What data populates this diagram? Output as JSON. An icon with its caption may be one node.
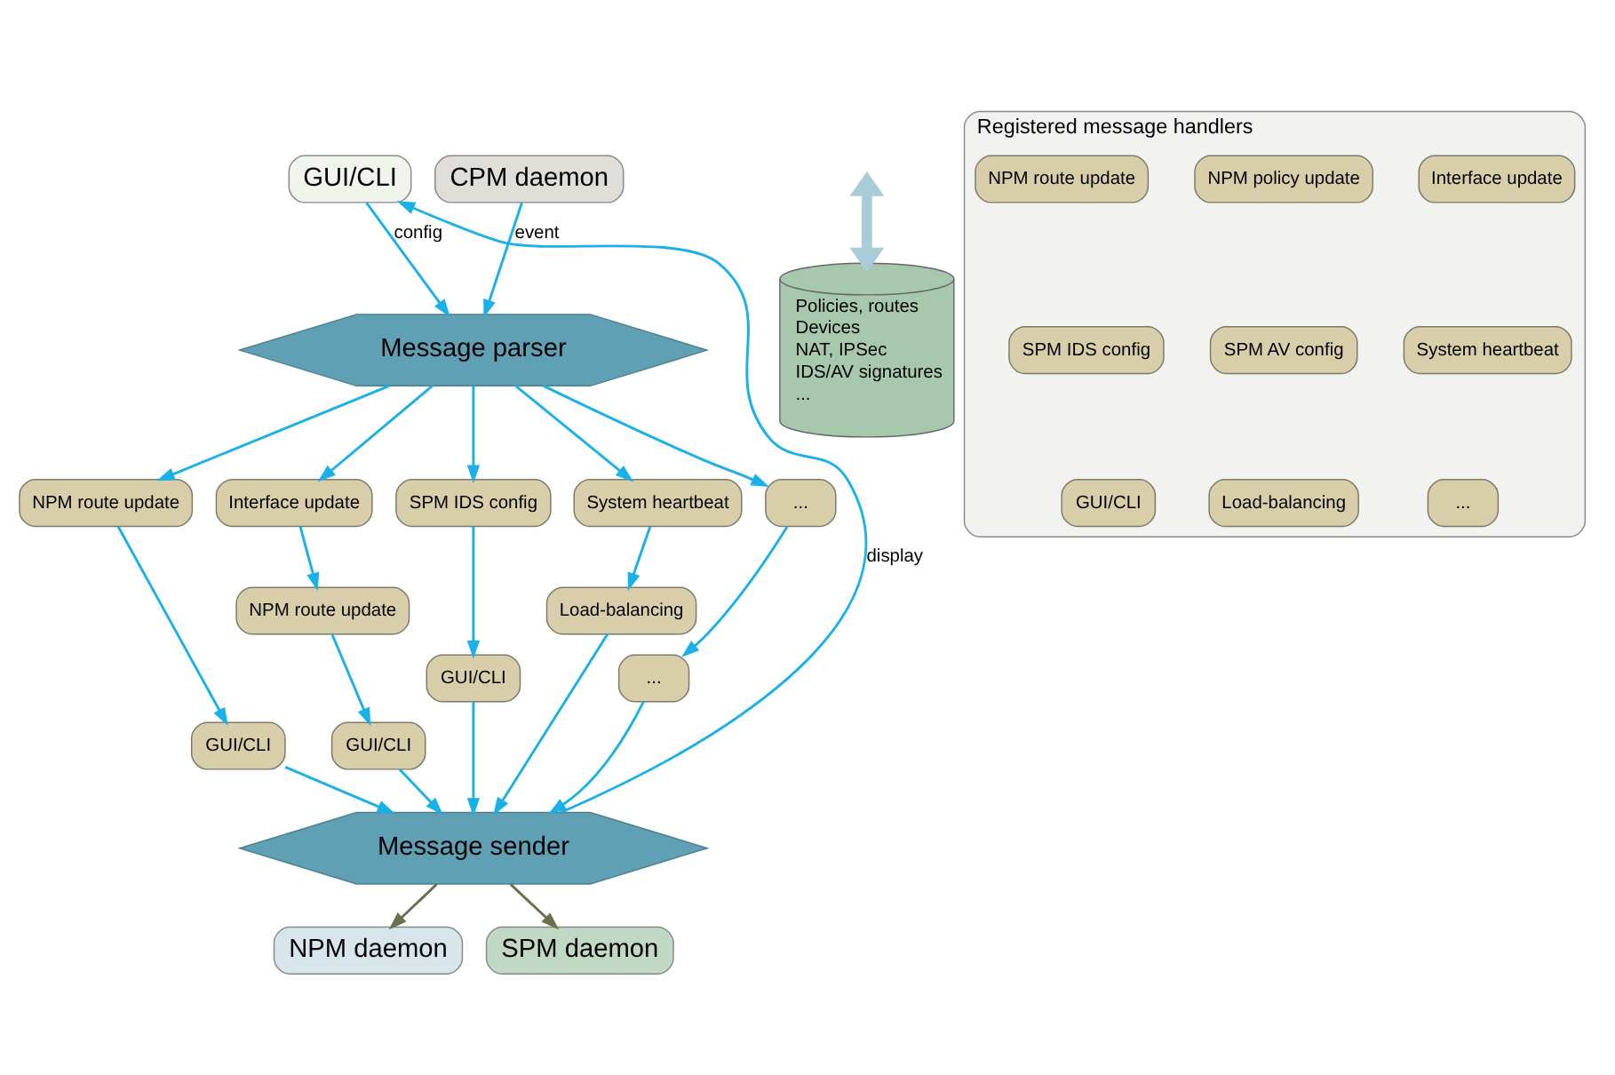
{
  "diagram": {
    "nodes": [
      {
        "text": [
          "GUI/CLI"
        ]
      },
      {
        "text": [
          "CPM daemon"
        ]
      },
      {
        "text": [
          "Message parser"
        ]
      },
      {
        "text": [
          "NPM route update"
        ]
      },
      {
        "text": [
          "Interface update"
        ]
      },
      {
        "text": [
          "SPM IDS config"
        ]
      },
      {
        "text": [
          "System heartbeat"
        ]
      },
      {
        "text": [
          "..."
        ]
      },
      {
        "text": [
          "NPM route update"
        ]
      },
      {
        "text": [
          "GUI/CLI"
        ]
      },
      {
        "text": [
          "..."
        ]
      },
      {
        "text": [
          "GUI/CLI"
        ]
      },
      {
        "text": [
          "Load-balancing"
        ]
      },
      {
        "text": [
          "GUI/CLI"
        ]
      },
      {
        "text": [
          "Policies, routes",
          "Devices",
          "NAT, IPSec",
          "IDS/AV signatures",
          "..."
        ]
      },
      {
        "text": [
          "Registered message handlers"
        ]
      },
      {
        "text": [
          "NPM route update"
        ],
        "in": 15
      },
      {
        "text": [
          "NPM policy update"
        ],
        "in": 15
      },
      {
        "text": [
          "Interface update"
        ],
        "in": 15
      },
      {
        "text": [
          "SPM IDS config"
        ],
        "in": 15
      },
      {
        "text": [
          "SPM AV config"
        ],
        "in": 15
      },
      {
        "text": [
          "System heartbeat"
        ],
        "in": 15
      },
      {
        "text": [
          "GUI/CLI"
        ],
        "in": 15
      },
      {
        "text": [
          "Load-balancing"
        ],
        "in": 15
      },
      {
        "text": [
          "..."
        ],
        "in": 15
      },
      {
        "text": [
          "Message sender"
        ]
      },
      {
        "text": [
          "NPM daemon"
        ]
      },
      {
        "text": [
          "SPM daemon"
        ]
      }
    ],
    "edges": [
      {
        "from": 0,
        "to": 2,
        "arrow": "to",
        "label": "config"
      },
      {
        "from": 1,
        "to": 2,
        "arrow": "to",
        "label": "event"
      },
      {
        "from": 2,
        "to": 3,
        "arrow": "to"
      },
      {
        "from": 2,
        "to": 4,
        "arrow": "to"
      },
      {
        "from": 2,
        "to": 5,
        "arrow": "to"
      },
      {
        "from": 2,
        "to": 6,
        "arrow": "to"
      },
      {
        "from": 2,
        "to": 7,
        "arrow": "to"
      },
      {
        "from": 3,
        "to": 11,
        "arrow": "to"
      },
      {
        "from": 4,
        "to": 8,
        "arrow": "to"
      },
      {
        "from": 8,
        "to": 13,
        "arrow": "to"
      },
      {
        "from": 5,
        "to": 9,
        "arrow": "to"
      },
      {
        "from": 6,
        "to": 12,
        "arrow": "to"
      },
      {
        "from": 7,
        "to": 10,
        "arrow": "to"
      },
      {
        "from": 11,
        "to": 25,
        "arrow": "to"
      },
      {
        "from": 13,
        "to": 25,
        "arrow": "to"
      },
      {
        "from": 9,
        "to": 25,
        "arrow": "to"
      },
      {
        "from": 12,
        "to": 25,
        "arrow": "to"
      },
      {
        "from": 10,
        "to": 25,
        "arrow": "to"
      },
      {
        "from": 25,
        "to": 0,
        "arrow": "to",
        "label": "display"
      },
      {
        "from": null,
        "to": 14,
        "arrow": "both",
        "style": "thick",
        "color": "#a8cdd8"
      },
      {
        "from": 25,
        "to": 26,
        "arrow": "to",
        "color": "#6e6e50"
      },
      {
        "from": 25,
        "to": 27,
        "arrow": "to",
        "color": "#6e6e50"
      }
    ]
  }
}
